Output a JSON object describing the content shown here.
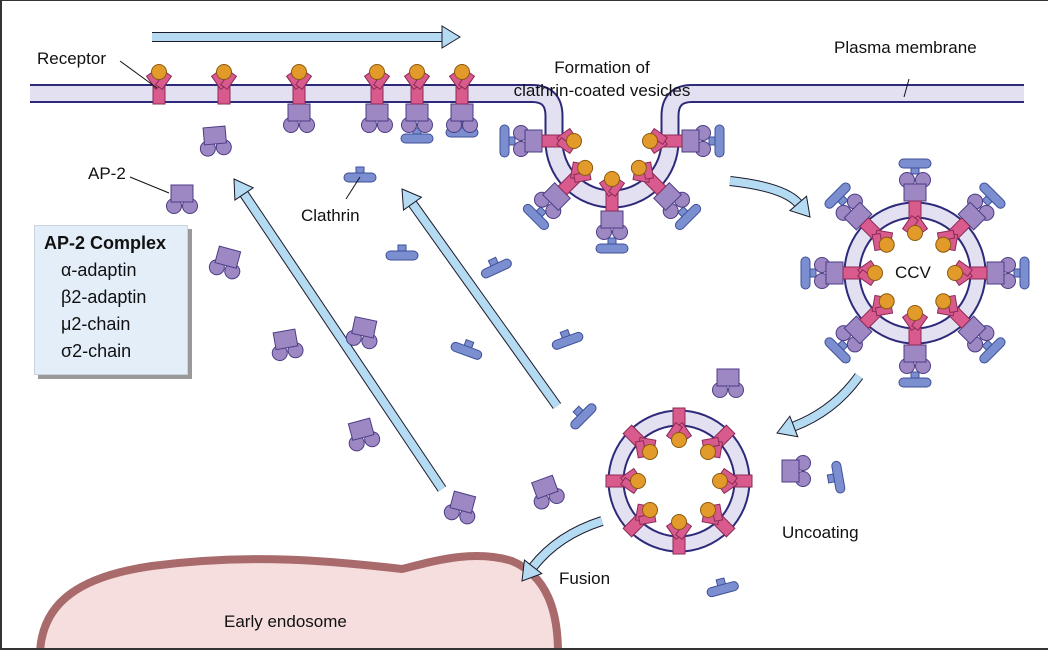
{
  "labels": {
    "receptor": "Receptor",
    "formation_line1": "Formation of",
    "formation_line2": "clathrin-coated vesicles",
    "plasma_membrane": "Plasma membrane",
    "ap2": "AP-2",
    "clathrin": "Clathrin",
    "ccv": "CCV",
    "uncoating": "Uncoating",
    "fusion": "Fusion",
    "early_endosome": "Early endosome"
  },
  "legend": {
    "title": "AP-2 Complex",
    "items": [
      "α-adaptin",
      "β2-adaptin",
      "μ2-chain",
      "σ2-chain"
    ]
  },
  "colors": {
    "receptor": "#d95a8c",
    "ligand": "#e29a2a",
    "ap2": "#9d88c4",
    "clathrin": "#7b8fd0",
    "membrane": "#e3e1f1",
    "membrane_outline": "#2e2a7a",
    "arrow": "#b5dbf3",
    "endosome": "#f6dede",
    "endosome_outline": "#a86a6a"
  }
}
